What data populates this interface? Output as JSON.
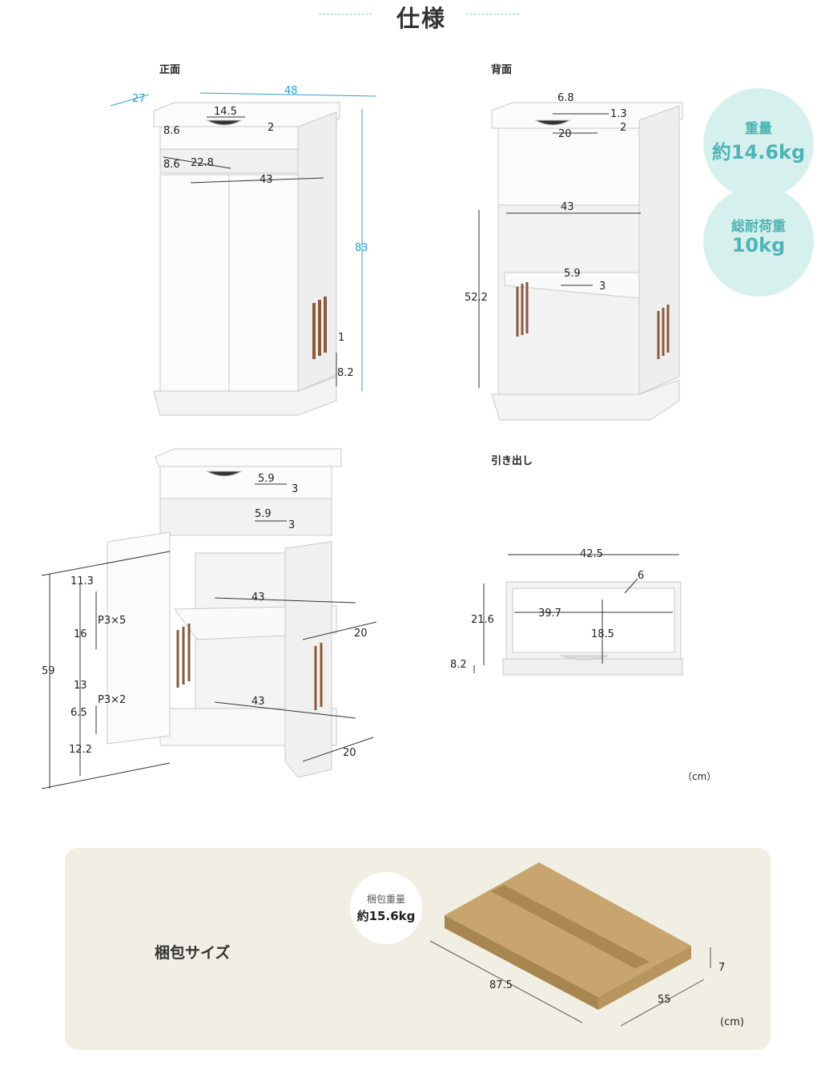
{
  "heading": "仕様",
  "front": {
    "label": "正面",
    "dims": {
      "depth": "27",
      "width": "48",
      "height": "83",
      "drawer_top": "14.5",
      "drawer_top_2": "2",
      "drawer_h": "8.6",
      "shelf_h": "8.6",
      "shelf_depth": "22.8",
      "shelf_w": "43",
      "slit_w": "1",
      "base_h": "8.2"
    }
  },
  "back": {
    "label": "背面",
    "dims": {
      "hole_w": "6.8",
      "hole_1": "1.3",
      "hole_2": "2",
      "hole_len": "20",
      "inner_w": "43",
      "inner_h": "52.2",
      "cable_w": "5.9",
      "cable_h": "3"
    }
  },
  "specs": {
    "weight_label": "重量",
    "weight_value": "約14.6kg",
    "load_label": "総耐荷重",
    "load_value": "10kg"
  },
  "interior": {
    "dims": {
      "hole1_w": "5.9",
      "hole1_h": "3",
      "hole2_w": "5.9",
      "hole2_h": "3",
      "total_h": "59",
      "h1": "11.3",
      "h2": "16",
      "h3": "13",
      "h4": "6.5",
      "h5": "12.2",
      "pitch1": "P3×5",
      "pitch2": "P3×2",
      "shelf1_w": "43",
      "shelf1_d": "20",
      "shelf2_w": "43",
      "shelf2_d": "20"
    }
  },
  "drawer": {
    "label": "引き出し",
    "dims": {
      "outer_w": "42.5",
      "inner_w": "39.7",
      "depth": "21.6",
      "inner_d": "18.5",
      "side": "6",
      "height": "8.2"
    }
  },
  "unit": "（cm）",
  "package": {
    "label": "梱包サイズ",
    "weight_label": "梱包重量",
    "weight_value": "約15.6kg",
    "length": "87.5",
    "width": "55",
    "height": "7",
    "unit": "(cm)"
  },
  "colors": {
    "accent": "#2a9fd6",
    "badge_bg": "#d6f0ee",
    "badge_text": "#4fb4b6",
    "panel_bg": "#f1eee3",
    "box": "#c8a46e"
  }
}
